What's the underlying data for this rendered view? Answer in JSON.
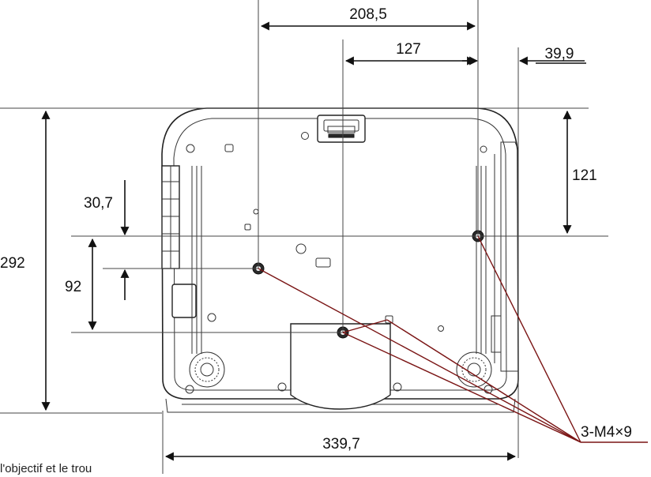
{
  "dimensions": {
    "hole_span_wide": "208,5",
    "hole_span_narrow": "127",
    "rear_offset": "39,9",
    "depth_total": "292",
    "front_to_hole": "121",
    "hole_step": "30,7",
    "hole_depth_gap": "92",
    "width_total": "339,7"
  },
  "callout": {
    "screw_spec": "3-M4×9"
  },
  "caption": {
    "fragment": "l'objectif et le trou"
  },
  "colors": {
    "leader": "#7a1414",
    "lines": "#111111"
  }
}
